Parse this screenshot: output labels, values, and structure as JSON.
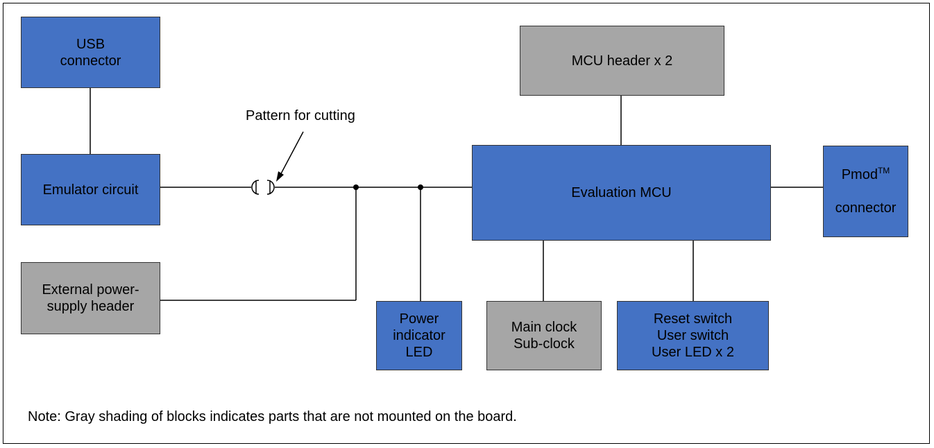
{
  "blocks": {
    "usb_connector": "USB\nconnector",
    "emulator_circuit": "Emulator circuit",
    "external_power_supply_header": "External power-\nsupply header",
    "mcu_header": "MCU header x 2",
    "evaluation_mcu": "Evaluation MCU",
    "pmod_connector_name": "Pmod",
    "pmod_connector_tm": "TM",
    "pmod_connector_suffix": "connector",
    "power_indicator_led": "Power\nindicator\nLED",
    "main_clock_sub_clock": "Main clock\nSub-clock",
    "switches_leds": "Reset switch\nUser switch\nUser LED x 2"
  },
  "callout": "Pattern for cutting",
  "note": "Note: Gray shading of blocks indicates parts that are not mounted on the board.",
  "colors": {
    "mounted": "#4472c4",
    "unmounted": "#a6a6a6",
    "line": "#000000"
  }
}
